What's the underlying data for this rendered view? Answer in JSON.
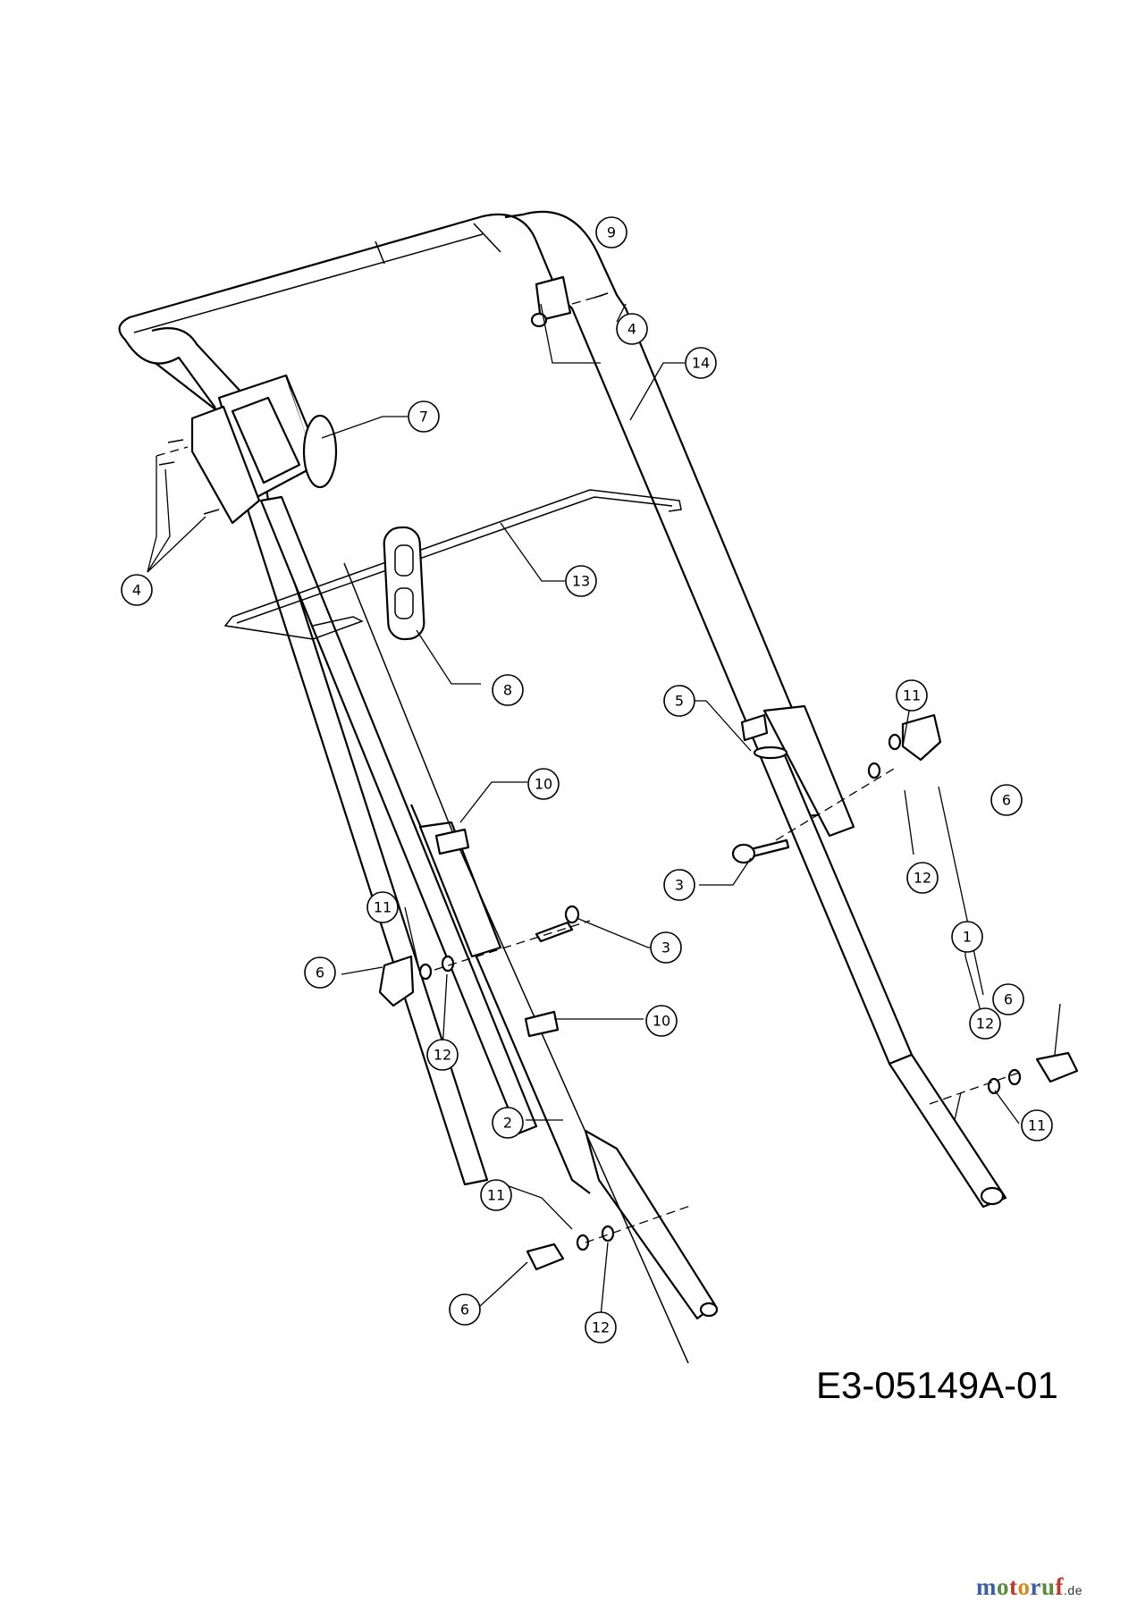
{
  "diagram": {
    "drawing_number": "E3-05149A-01",
    "brand": {
      "letters": [
        {
          "ch": "m",
          "color": "#3a5fa8"
        },
        {
          "ch": "o",
          "color": "#5a8a3a"
        },
        {
          "ch": "t",
          "color": "#c0392b"
        },
        {
          "ch": "o",
          "color": "#d38b1f"
        },
        {
          "ch": "r",
          "color": "#3a5fa8"
        },
        {
          "ch": "u",
          "color": "#5a8a3a"
        },
        {
          "ch": "f",
          "color": "#c0392b"
        }
      ],
      "tld": ".de"
    },
    "callouts": [
      "1",
      "2",
      "3",
      "3",
      "4",
      "4",
      "5",
      "6",
      "6",
      "6",
      "6",
      "7",
      "8",
      "9",
      "10",
      "10",
      "11",
      "11",
      "11",
      "11",
      "12",
      "12",
      "12",
      "12",
      "13",
      "14"
    ]
  }
}
